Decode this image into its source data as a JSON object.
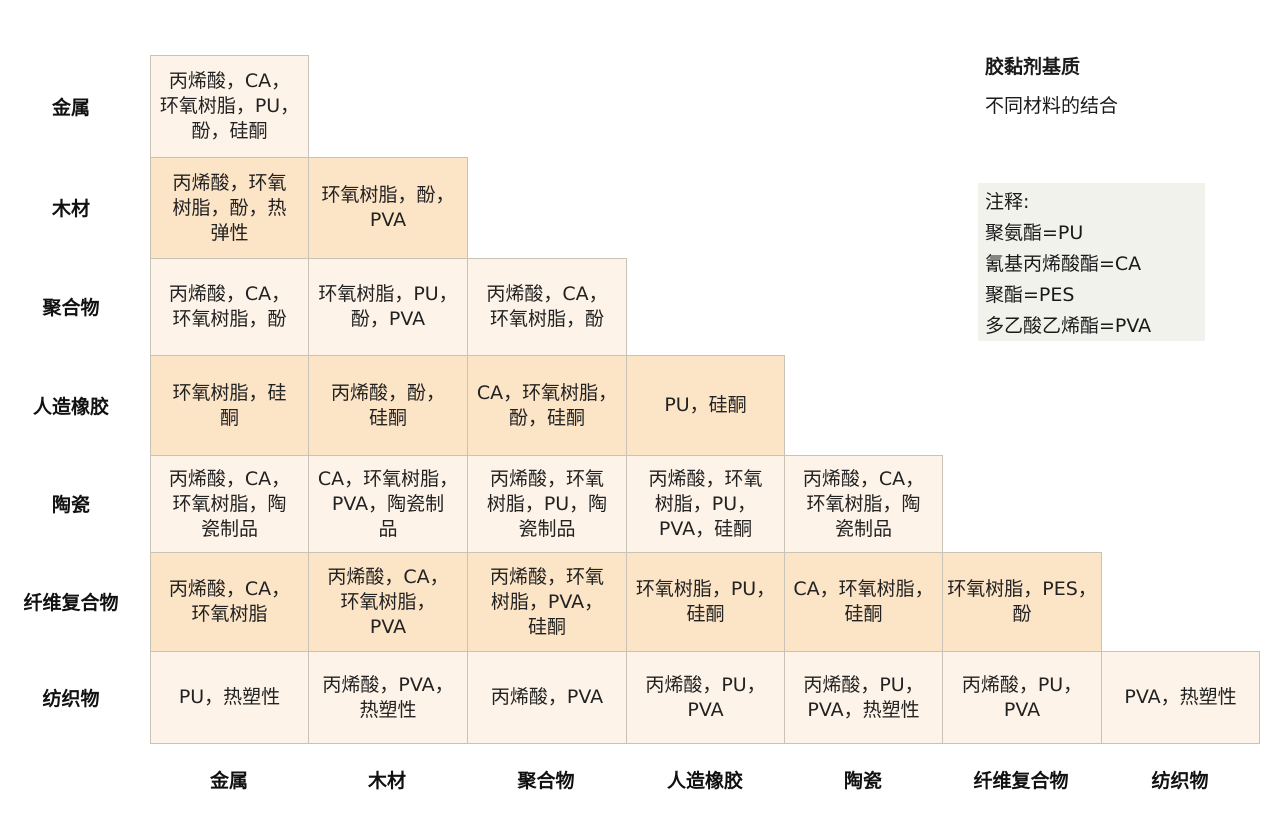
{
  "legend": {
    "title": "胶黏剂基质",
    "subtitle": "不同材料的结合"
  },
  "notes": {
    "heading": "注释:",
    "items": [
      "聚氨酯=PU",
      "氰基丙烯酸酯=CA",
      "聚酯=PES",
      "多乙酸乙烯酯=PVA"
    ]
  },
  "row_labels": [
    "金属",
    "木材",
    "聚合物",
    "人造橡胶",
    "陶瓷",
    "纤维复合物",
    "纺织物"
  ],
  "col_labels": [
    "金属",
    "木材",
    "聚合物",
    "人造橡胶",
    "陶瓷",
    "纤维复合物",
    "纺织物"
  ],
  "matrix": [
    [
      "丙烯酸，CA，环氧树脂，PU，酚，硅酮"
    ],
    [
      "丙烯酸，环氧树脂，酚，热弹性",
      "环氧树脂，酚，PVA"
    ],
    [
      "丙烯酸，CA，环氧树脂，酚",
      "环氧树脂，PU，酚，PVA",
      "丙烯酸，CA，环氧树脂，酚"
    ],
    [
      "环氧树脂，硅酮",
      "丙烯酸，酚，硅酮",
      "CA，环氧树脂，酚，硅酮",
      "PU，硅酮"
    ],
    [
      "丙烯酸，CA，环氧树脂，陶瓷制品",
      "CA，环氧树脂，PVA，陶瓷制品",
      "丙烯酸，环氧树脂，PU，陶瓷制品",
      "丙烯酸，环氧树脂，PU，PVA，硅酮",
      "丙烯酸，CA，环氧树脂，陶瓷制品"
    ],
    [
      "丙烯酸，CA，环氧树脂",
      "丙烯酸，CA，环氧树脂，PVA",
      "丙烯酸，环氧树脂，PVA，硅酮",
      "环氧树脂，PU，硅酮",
      "CA，环氧树脂，硅酮",
      "环氧树脂，PES，酚"
    ],
    [
      "PU，热塑性",
      "丙烯酸，PVA，热塑性",
      "丙烯酸，PVA",
      "丙烯酸，PU，PVA",
      "丙烯酸，PU，PVA，热塑性",
      "丙烯酸，PU，PVA",
      "PVA，热塑性"
    ]
  ],
  "cell_lines": [
    [
      [
        "丙烯酸，CA，",
        "环氧树脂，PU，",
        "酚，硅酮"
      ]
    ],
    [
      [
        "丙烯酸，环氧",
        "树脂，酚，热",
        "弹性"
      ],
      [
        "环氧树脂，酚，",
        "PVA"
      ]
    ],
    [
      [
        "丙烯酸，CA，",
        "环氧树脂，酚"
      ],
      [
        "环氧树脂，PU，",
        "酚，PVA"
      ],
      [
        "丙烯酸，CA，",
        "环氧树脂，酚"
      ]
    ],
    [
      [
        "环氧树脂，硅",
        "酮"
      ],
      [
        "丙烯酸，酚，",
        "硅酮"
      ],
      [
        "CA，环氧树脂，",
        "酚，硅酮"
      ],
      [
        "PU，硅酮"
      ]
    ],
    [
      [
        "丙烯酸，CA，",
        "环氧树脂，陶",
        "瓷制品"
      ],
      [
        "CA，环氧树脂，",
        "PVA，陶瓷制",
        "品"
      ],
      [
        "丙烯酸，环氧",
        "树脂，PU，陶",
        "瓷制品"
      ],
      [
        "丙烯酸，环氧",
        "树脂，PU，",
        "PVA，硅酮"
      ],
      [
        "丙烯酸，CA，",
        "环氧树脂，陶",
        "瓷制品"
      ]
    ],
    [
      [
        "丙烯酸，CA，",
        "环氧树脂"
      ],
      [
        "丙烯酸，CA，",
        "环氧树脂，",
        "PVA"
      ],
      [
        "丙烯酸，环氧",
        "树脂，PVA，",
        "硅酮"
      ],
      [
        "环氧树脂，PU，",
        "硅酮"
      ],
      [
        "CA，环氧树脂，",
        "硅酮"
      ],
      [
        "环氧树脂，PES，",
        "酚"
      ]
    ],
    [
      [
        "PU，热塑性"
      ],
      [
        "丙烯酸，PVA，",
        "热塑性"
      ],
      [
        "丙烯酸，PVA"
      ],
      [
        "丙烯酸，PU，",
        "PVA"
      ],
      [
        "丙烯酸，PU，",
        "PVA，热塑性"
      ],
      [
        "丙烯酸，PU，",
        "PVA"
      ],
      [
        "PVA，热塑性"
      ]
    ]
  ],
  "colors": {
    "cell_light": "#fdf3e8",
    "cell_dark": "#fce4c6",
    "border": "#c9c2b6",
    "notes_bg": "#f1f2ec"
  }
}
